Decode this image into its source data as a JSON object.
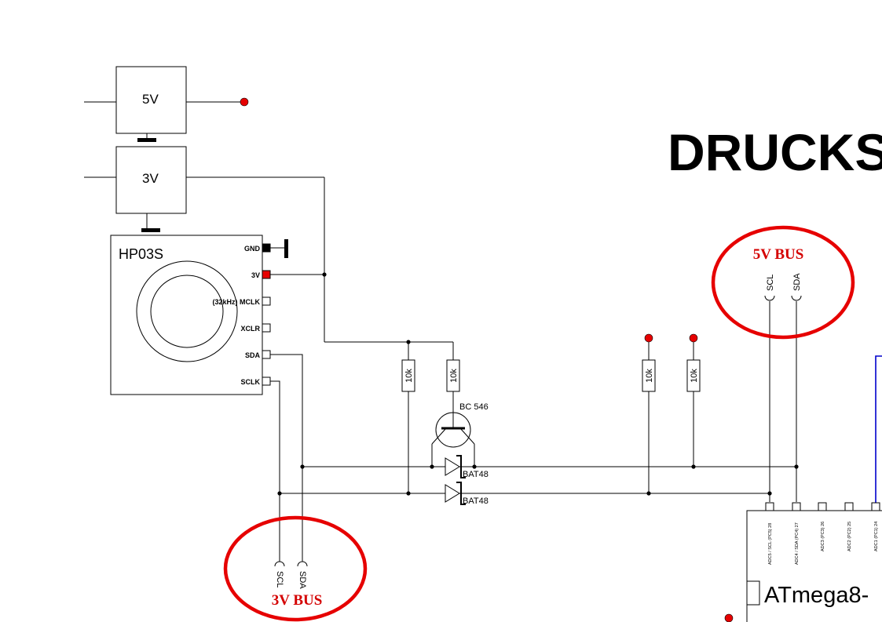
{
  "title": "DRUCKS",
  "regulators": {
    "r5v": "5V",
    "r3v": "3V"
  },
  "sensor": {
    "name": "HP03S",
    "pins": {
      "gnd": "GND",
      "v3": "3V",
      "mclk": "(32kHz) MCLK",
      "xclr": "XCLR",
      "sda": "SDA",
      "sclk": "SCLK"
    }
  },
  "resistors": {
    "r1": "10k",
    "r2": "10k",
    "r3": "10k",
    "r4": "10k"
  },
  "transistor": "BC 546",
  "diodes": {
    "d1": "BAT48",
    "d2": "BAT48"
  },
  "bus5v": {
    "label": "5V BUS",
    "scl": "SCL",
    "sda": "SDA"
  },
  "bus3v": {
    "label": "3V BUS",
    "scl": "SCL",
    "sda": "SDA"
  },
  "mcu": {
    "name": "ATmega8-",
    "pins": [
      "ADC5 / SCL (PC5) 28",
      "ADC4 / SDA (PC4) 27",
      "ADC3 (PC3) 26",
      "ADC2 (PC2) 25",
      "ADC1 (PC1) 24"
    ]
  },
  "colors": {
    "wire": "#000000",
    "bus_circle": "#e60000",
    "dot": "#e60000",
    "blue_wire": "#0000cc"
  }
}
